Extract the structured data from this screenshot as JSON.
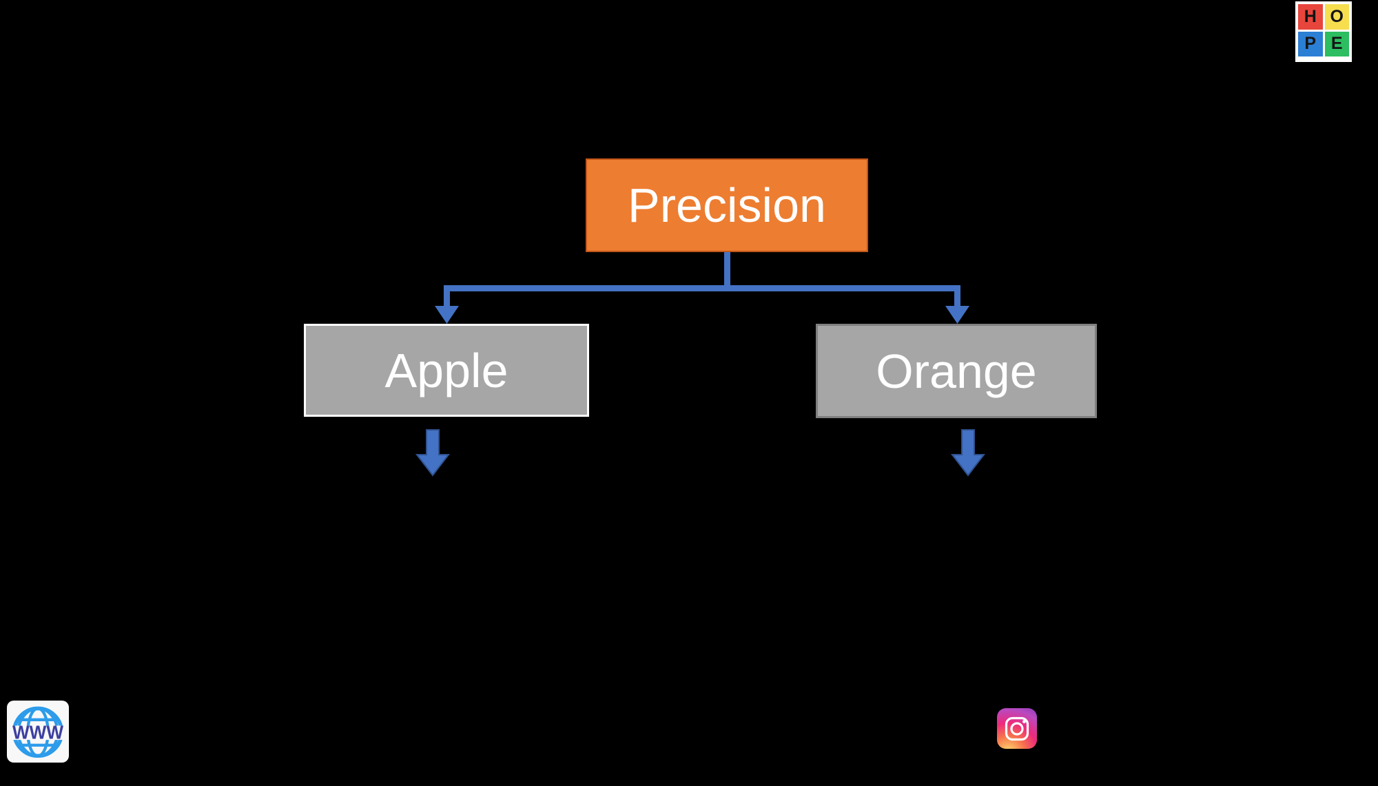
{
  "page": {
    "background_color": "#000000"
  },
  "diagram": {
    "type": "tree",
    "connector_color": "#4472C4",
    "connector_outline_color": "#2F528F",
    "root": {
      "label": "Precision",
      "fill": "#ED7D31",
      "border_color": "#C0561A",
      "text_color": "#FFFFFF"
    },
    "children": [
      {
        "label": "Apple",
        "fill": "#A6A6A6",
        "border_color": "#FFFFFF",
        "text_color": "#FFFFFF"
      },
      {
        "label": "Orange",
        "fill": "#A6A6A6",
        "border_color": "#7F7F7F",
        "text_color": "#FFFFFF"
      }
    ]
  },
  "branding": {
    "hope_logo": {
      "name": "HOPE",
      "tiles": [
        {
          "letter": "H",
          "color": "#E8463C"
        },
        {
          "letter": "O",
          "color": "#F6DE4F"
        },
        {
          "letter": "P",
          "color": "#2B7FD4"
        },
        {
          "letter": "E",
          "color": "#2CBE60"
        }
      ]
    },
    "www_icon": {
      "label": "WWW",
      "globe_color": "#2D9CEA",
      "text_color": "#3B3FA0"
    },
    "instagram_icon": {
      "name": "instagram"
    }
  }
}
